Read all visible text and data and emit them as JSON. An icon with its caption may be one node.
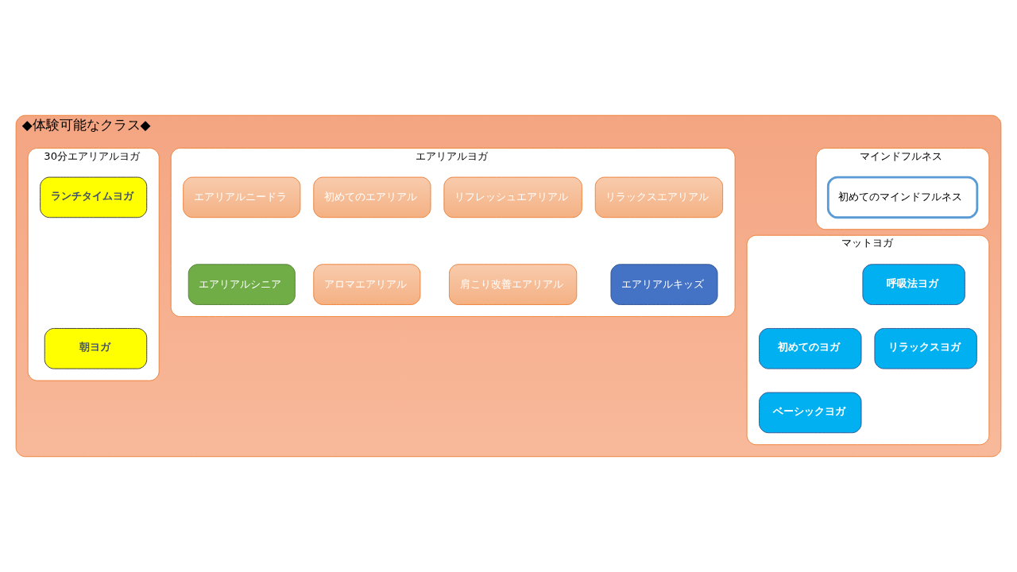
{
  "diagram": {
    "nodes": [
      {
        "text": [
          "◆体験可能なクラス◆"
        ]
      },
      {
        "text": [
          "エアリアルヨガ"
        ],
        "in": 0
      },
      {
        "text": [
          "初めてのエアリアル"
        ],
        "in": 1
      },
      {
        "text": [
          "リフレッシュエアリアル"
        ],
        "in": 1
      },
      {
        "text": [
          "リラックスエアリアル"
        ],
        "in": 1
      },
      {
        "text": [
          "エアリアルニードラ"
        ],
        "in": 1
      },
      {
        "text": [
          "アロマエアリアル"
        ],
        "in": 1
      },
      {
        "text": [
          "肩こり改善エアリアル"
        ],
        "in": 1
      },
      {
        "text": [
          "エアリアルキッズ"
        ],
        "in": 1
      },
      {
        "text": [
          "エアリアルシニア"
        ],
        "in": 1
      },
      {
        "text": [
          "マインドフルネス"
        ],
        "in": 0
      },
      {
        "text": [
          "初めてのマインドフルネス"
        ],
        "in": 10
      },
      {
        "text": [
          "30分エアリアルヨガ"
        ],
        "in": 0
      },
      {
        "text": [
          "朝ヨガ"
        ],
        "in": 12
      },
      {
        "text": [
          "ランチタイムヨガ"
        ],
        "in": 12
      },
      {
        "text": [
          "マットヨガ"
        ],
        "in": 0
      },
      {
        "text": [
          "初めてのヨガ"
        ],
        "in": 15
      },
      {
        "text": [
          "呼吸法ヨガ"
        ],
        "in": 15
      },
      {
        "text": [
          "ベーシックヨガ"
        ],
        "in": 15
      },
      {
        "text": [
          "リラックスヨガ"
        ],
        "in": 15
      }
    ],
    "edges": []
  }
}
